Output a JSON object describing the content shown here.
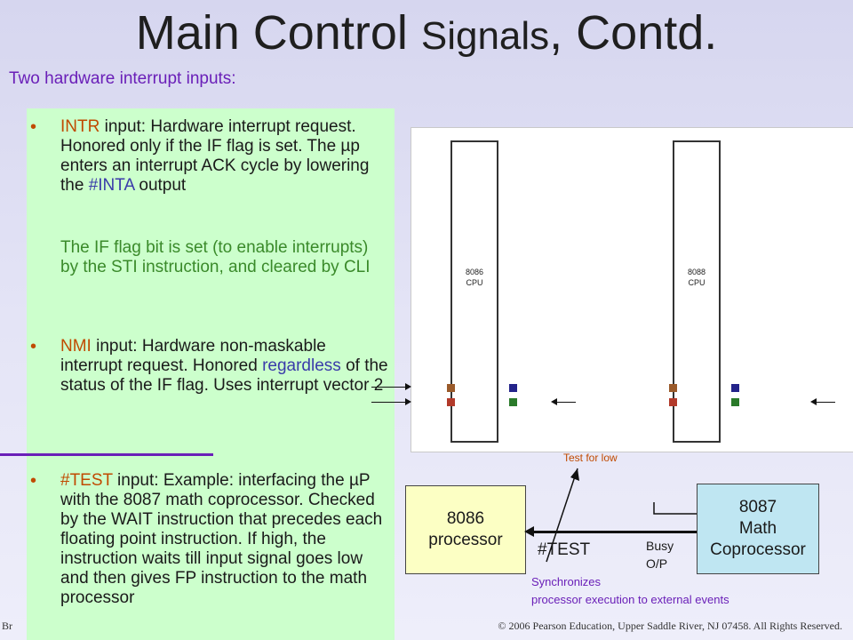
{
  "title": {
    "part1": "Main Control ",
    "part2": "Signals",
    "part3": ", Contd."
  },
  "subtitle": "Two hardware interrupt inputs:",
  "bullets": {
    "intr": {
      "name": "INTR",
      "text1": " input: Hardware interrupt request. Honored only if the IF flag is set. The ",
      "mu": "µ",
      "text2": "p enters an interrupt ACK cycle by lowering the ",
      "inta": "#INTA",
      "text3": " output"
    },
    "if_note": "The IF flag bit is set (to enable interrupts) by the STI instruction, and cleared by CLI",
    "nmi": {
      "name": "NMI",
      "text1": " input: Hardware non-maskable interrupt request. Honored ",
      "regardless": "regardless",
      "text2": " of the status of the IF flag. Uses interrupt vector 2"
    },
    "test": {
      "name": "#TEST",
      "text1": " input: Example: interfacing the ",
      "mu": "µ",
      "text2": "P with the 8087 math coprocessor. Checked by the WAIT instruction that precedes each floating point instruction. If high, the instruction waits till input signal goes low and then gives FP instruction to the math processor"
    }
  },
  "pinout": {
    "chip_8086": {
      "name": "8086",
      "sub": "CPU"
    },
    "chip_8088": {
      "name": "8088",
      "sub": "CPU"
    }
  },
  "diagram": {
    "test_for_low": "Test for low",
    "proc_8086": {
      "line1": "8086",
      "line2": "processor"
    },
    "proc_8087": {
      "line1": "8087",
      "line2": "Math",
      "line3": "Coprocessor"
    },
    "test_label": "#TEST",
    "busy_line1": "Busy",
    "busy_line2": "O/P",
    "sync_line1": "Synchronizes",
    "sync_line2": "processor execution to external events"
  },
  "footer": {
    "left": "Br",
    "right": "© 2006 Pearson Education, Upper Saddle River, NJ 07458. All Rights Reserved."
  },
  "colors": {
    "accent_purple": "#6a1fb8",
    "bullet_red": "#c04a00",
    "note_green": "#3a8a2a",
    "box_green": "#ccffcc"
  }
}
